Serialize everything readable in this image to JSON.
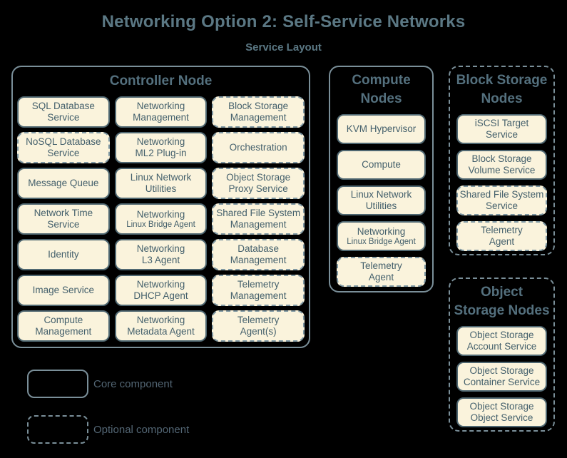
{
  "title": "Networking Option 2: Self-Service Networks",
  "subtitle": "Service Layout",
  "colors": {
    "background": "#000000",
    "panel_border": "#7a8f99",
    "panel_title": "#54707e",
    "service_fill": "#faf3dc",
    "service_border_core": "#4f6771",
    "service_border_optional": "#7e97a2",
    "service_text": "#44606c",
    "title_text": "#5b7884",
    "legend_text": "#536674"
  },
  "nodes": [
    {
      "title": "Controller Node",
      "optional": false,
      "services": [
        {
          "line1": "SQL Database",
          "line2": "Service",
          "optional": false
        },
        {
          "line1": "Networking",
          "line2": "Management",
          "optional": false
        },
        {
          "line1": "Block Storage",
          "line2": "Management",
          "optional": true
        },
        {
          "line1": "NoSQL Database",
          "line2": "Service",
          "optional": true
        },
        {
          "line1": "Networking",
          "line2": "ML2 Plug-in",
          "optional": false
        },
        {
          "line1": "Orchestration",
          "optional": true
        },
        {
          "line1": "Message Queue",
          "optional": false
        },
        {
          "line1": "Linux Network",
          "line2": "Utilities",
          "optional": false
        },
        {
          "line1": "Object Storage",
          "line2": "Proxy Service",
          "optional": true
        },
        {
          "line1": "Network Time",
          "line2": "Service",
          "optional": false
        },
        {
          "line1": "Networking",
          "subline": "Linux Bridge Agent",
          "optional": false
        },
        {
          "line1": "Shared File System",
          "line2": "Management",
          "optional": true
        },
        {
          "line1": "Identity",
          "optional": false
        },
        {
          "line1": "Networking",
          "line2": "L3 Agent",
          "optional": false
        },
        {
          "line1": "Database",
          "line2": "Management",
          "optional": true
        },
        {
          "line1": "Image Service",
          "optional": false
        },
        {
          "line1": "Networking",
          "line2": "DHCP Agent",
          "optional": false
        },
        {
          "line1": "Telemetry",
          "line2": "Management",
          "optional": true
        },
        {
          "line1": "Compute",
          "line2": "Management",
          "optional": false
        },
        {
          "line1": "Networking",
          "line2": "Metadata Agent",
          "optional": false
        },
        {
          "line1": "Telemetry",
          "line2": "Agent(s)",
          "optional": true
        }
      ]
    },
    {
      "title_line1": "Compute",
      "title_line2": "Nodes",
      "optional": false,
      "services": [
        {
          "line1": "KVM Hypervisor",
          "optional": false
        },
        {
          "line1": "Compute",
          "optional": false
        },
        {
          "line1": "Linux Network",
          "line2": "Utilities",
          "optional": false
        },
        {
          "line1": "Networking",
          "subline": "Linux Bridge Agent",
          "optional": false
        },
        {
          "line1": "Telemetry",
          "line2": "Agent",
          "optional": true
        }
      ]
    },
    {
      "title_line1": "Block Storage",
      "title_line2": "Nodes",
      "optional": true,
      "services": [
        {
          "line1": "iSCSI Target",
          "line2": "Service",
          "optional": false
        },
        {
          "line1": "Block Storage",
          "line2": "Volume Service",
          "optional": false
        },
        {
          "line1": "Shared File System",
          "line2": "Service",
          "optional": true
        },
        {
          "line1": "Telemetry",
          "line2": "Agent",
          "optional": true
        }
      ]
    },
    {
      "title_line1": "Object",
      "title_line2": "Storage Nodes",
      "optional": true,
      "services": [
        {
          "line1": "Object Storage",
          "line2": "Account Service",
          "optional": false
        },
        {
          "line1": "Object Storage",
          "line2": "Container Service",
          "optional": false
        },
        {
          "line1": "Object Storage",
          "line2": "Object Service",
          "optional": false
        }
      ]
    }
  ],
  "legend": [
    {
      "label": "Core component",
      "optional": false
    },
    {
      "label": "Optional component",
      "optional": true
    }
  ]
}
